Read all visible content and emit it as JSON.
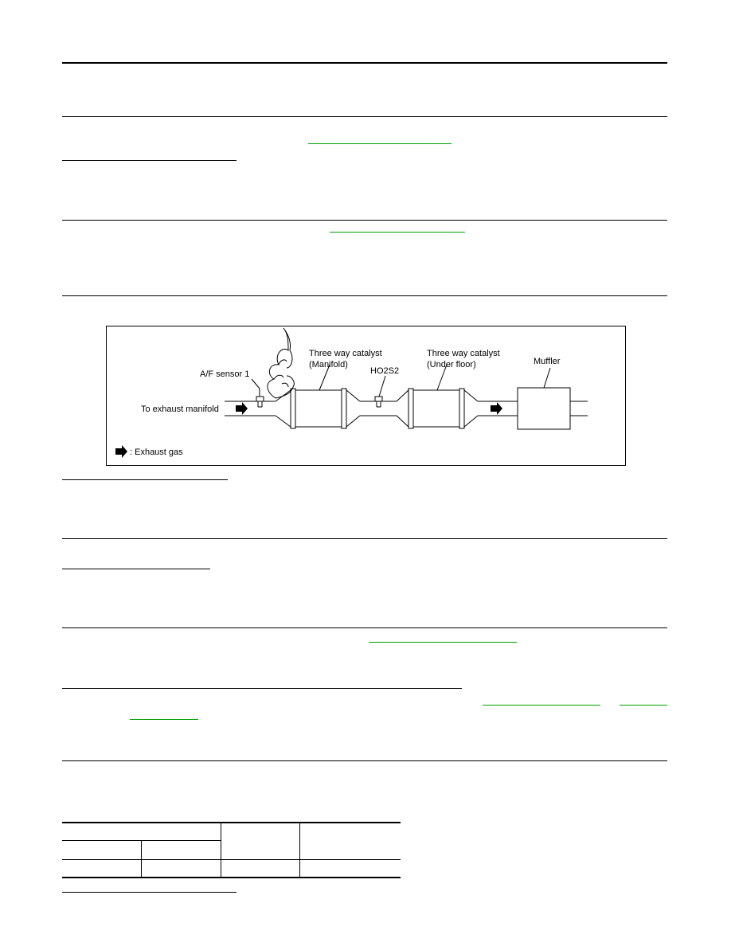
{
  "diagram": {
    "labels": {
      "af_sensor": "A/F sensor 1",
      "catalyst_manifold_line1": "Three way catalyst",
      "catalyst_manifold_line2": "(Manifold)",
      "ho2s2": "HO2S2",
      "catalyst_underfloor_line1": "Three way catalyst",
      "catalyst_underfloor_line2": "(Under floor)",
      "muffler": "Muffler",
      "to_exhaust_manifold": "To exhaust manifold",
      "legend_exhaust_gas": ": Exhaust gas"
    },
    "icons": {
      "flow_arrow": "right-arrow-icon",
      "exhaust_smoke": "smoke-cloud-icon"
    }
  },
  "colors": {
    "link": "#00a000",
    "rule": "#000000"
  }
}
